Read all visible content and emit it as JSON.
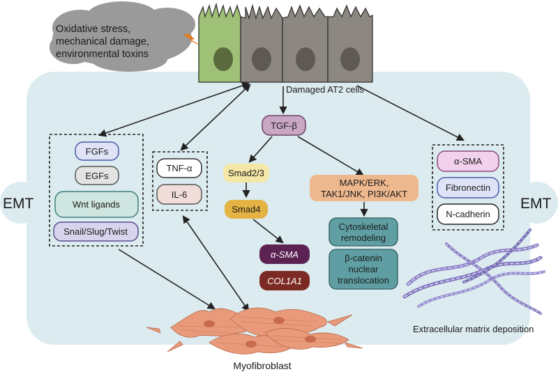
{
  "trigger": {
    "lines": [
      "Oxidative stress,",
      "mechanical damage,",
      "environmental toxins"
    ]
  },
  "labels": {
    "damaged_cells": "Damaged AT2 cells",
    "emt_left": "EMT",
    "emt_right": "EMT",
    "myofibroblast": "Myofibroblast",
    "ecm": "Extracellular matrix deposition"
  },
  "growth_factors": [
    "FGFs",
    "EGFs",
    "Wnt ligands",
    "Snail/Slug/Twist"
  ],
  "cytokines": [
    "TNF-α",
    "IL-6"
  ],
  "markers": [
    "α-SMA",
    "Fibronectin",
    "N-cadherin"
  ],
  "tgf": "TGF-β",
  "smad23": "Smad2/3",
  "smad4": "Smad4",
  "smad_targets": [
    "α-SMA",
    "COL1A1"
  ],
  "kinases": [
    "MAPK/ERK,",
    "TAK1/JNK, PI3K/AKT"
  ],
  "kinase_effects": {
    "cytoskeletal": [
      "Cytoskeletal",
      "remodeling"
    ],
    "catenin": [
      "β-catenin",
      "nuclear",
      "translocation"
    ]
  },
  "colors": {
    "background_panel": "#dcebef",
    "cell_green": "#9fc077",
    "cell_gray": "#8c8780",
    "cloud": "#9a9a9a",
    "lightning": "#e07b26",
    "tgf": "#c9a6c4",
    "smad23": "#f5e7a6",
    "smad4": "#e4b344",
    "alpha_sma_dark": "#5c2352",
    "col1a1_dark": "#7c2b24",
    "kinases": "#eeb88f",
    "effects": "#5f9fa3",
    "fibroblast": "#e89a7a",
    "ecm": "#8a80c4"
  }
}
